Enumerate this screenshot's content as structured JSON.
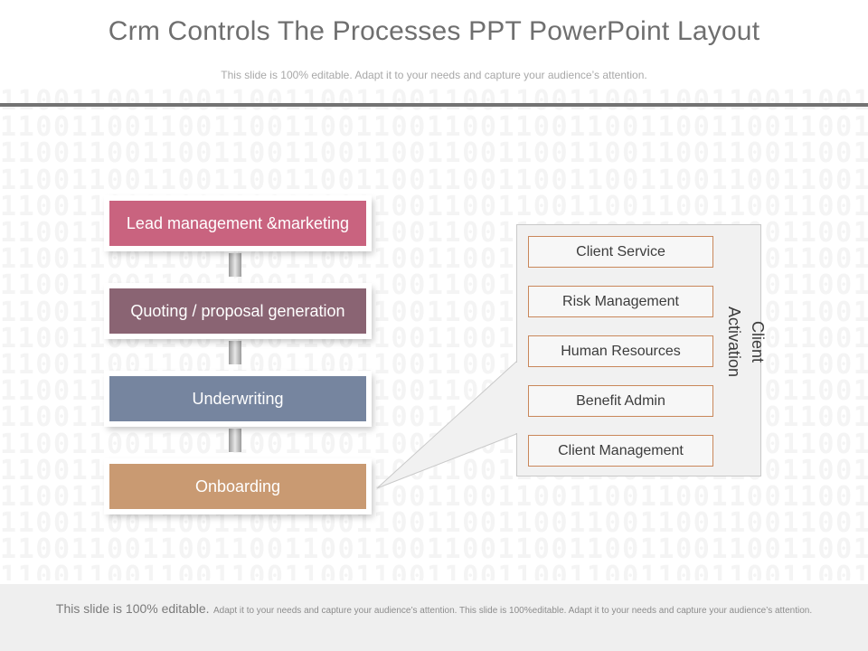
{
  "header": {
    "title": "Crm Controls The Processes PPT PowerPoint Layout",
    "subtitle": "This slide is 100% editable. Adapt it to your needs and capture your audience’s attention."
  },
  "background": {
    "pattern_line": "1100110011001100110011001100110011001100110011001100110011001100"
  },
  "process": {
    "steps": [
      {
        "label": "Lead management &marketing",
        "color": "#c9637f"
      },
      {
        "label": "Quoting / proposal generation",
        "color": "#8a6473"
      },
      {
        "label": "Underwriting",
        "color": "#76859f"
      },
      {
        "label": "Onboarding",
        "color": "#c99a72"
      }
    ]
  },
  "client_activation": {
    "title": "Client Activation",
    "items": [
      "Client Service",
      "Risk Management",
      "Human Resources",
      "Benefit Admin",
      "Client Management"
    ],
    "border_color": "#c9875a"
  },
  "footer": {
    "lead": "This slide is 100% editable.",
    "rest": "Adapt it to your needs and capture your audience’s attention. This slide is 100%editable. Adapt it to your needs and capture your audience’s attention."
  }
}
